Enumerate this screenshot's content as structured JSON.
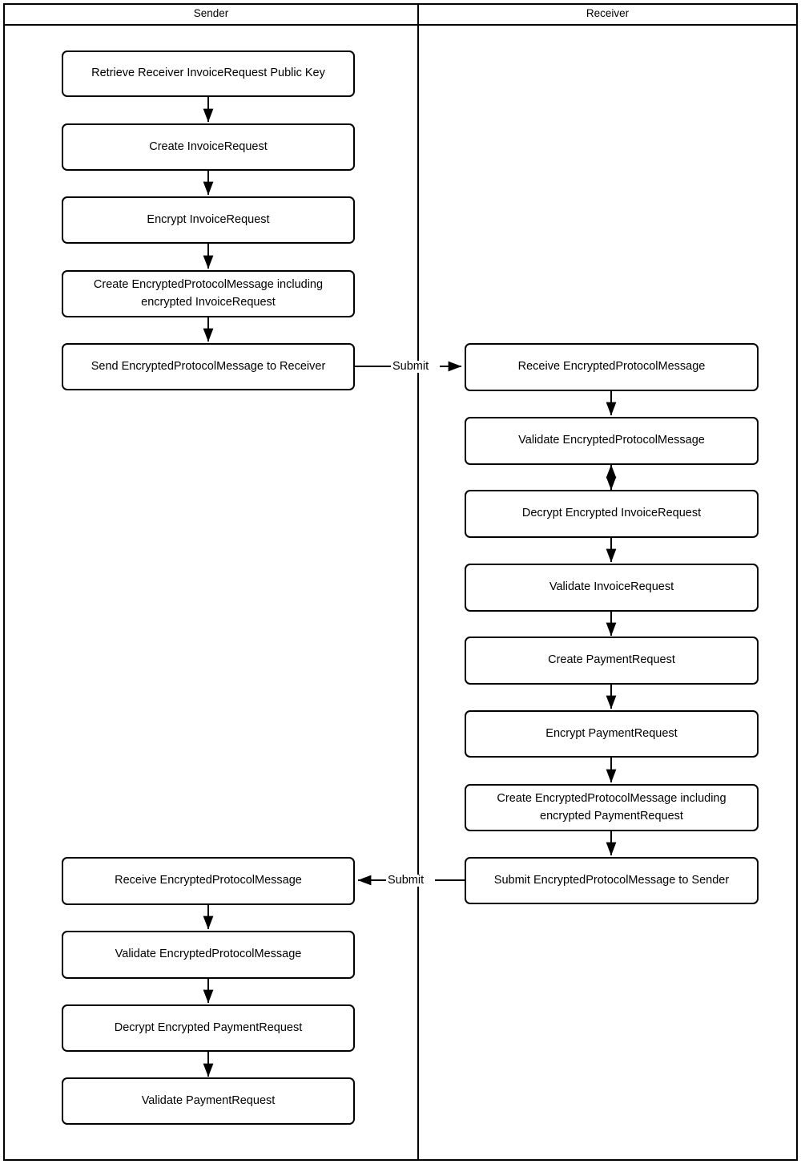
{
  "diagram": {
    "type": "swimlane-flowchart",
    "title_present": false,
    "lanes": [
      {
        "id": "sender",
        "label": "Sender"
      },
      {
        "id": "receiver",
        "label": "Receiver"
      }
    ],
    "nodes": [
      {
        "id": "s1",
        "lane": "sender",
        "label": "Retrieve Receiver InvoiceRequest Public Key"
      },
      {
        "id": "s2",
        "lane": "sender",
        "label": "Create InvoiceRequest"
      },
      {
        "id": "s3",
        "lane": "sender",
        "label": "Encrypt InvoiceRequest"
      },
      {
        "id": "s4",
        "lane": "sender",
        "label_line1": "Create EncryptedProtocolMessage including",
        "label_line2": "encrypted InvoiceRequest"
      },
      {
        "id": "s5",
        "lane": "sender",
        "label": "Send EncryptedProtocolMessage to Receiver"
      },
      {
        "id": "r1",
        "lane": "receiver",
        "label": "Receive EncryptedProtocolMessage"
      },
      {
        "id": "r2",
        "lane": "receiver",
        "label": "Validate EncryptedProtocolMessage"
      },
      {
        "id": "r3",
        "lane": "receiver",
        "label": "Decrypt Encrypted InvoiceRequest"
      },
      {
        "id": "r4",
        "lane": "receiver",
        "label": "Validate InvoiceRequest"
      },
      {
        "id": "r5",
        "lane": "receiver",
        "label": "Create PaymentRequest"
      },
      {
        "id": "r6",
        "lane": "receiver",
        "label": "Encrypt PaymentRequest"
      },
      {
        "id": "r7",
        "lane": "receiver",
        "label_line1": "Create EncryptedProtocolMessage including",
        "label_line2": "encrypted PaymentRequest"
      },
      {
        "id": "r8",
        "lane": "receiver",
        "label": "Submit EncryptedProtocolMessage to Sender"
      },
      {
        "id": "s6",
        "lane": "sender",
        "label": "Receive EncryptedProtocolMessage"
      },
      {
        "id": "s7",
        "lane": "sender",
        "label": "Validate EncryptedProtocolMessage"
      },
      {
        "id": "s8",
        "lane": "sender",
        "label": "Decrypt Encrypted PaymentRequest"
      },
      {
        "id": "s9",
        "lane": "sender",
        "label": "Validate PaymentRequest"
      }
    ],
    "edges": [
      {
        "from": "s1",
        "to": "s2",
        "label": "",
        "direction": "down"
      },
      {
        "from": "s2",
        "to": "s3",
        "label": "",
        "direction": "down"
      },
      {
        "from": "s3",
        "to": "s4",
        "label": "",
        "direction": "down"
      },
      {
        "from": "s4",
        "to": "s5",
        "label": "",
        "direction": "down"
      },
      {
        "from": "s5",
        "to": "r1",
        "label": "Submit",
        "direction": "right"
      },
      {
        "from": "r1",
        "to": "r2",
        "label": "",
        "direction": "down"
      },
      {
        "from": "r2",
        "to": "r3",
        "label": "",
        "direction": "both"
      },
      {
        "from": "r3",
        "to": "r4",
        "label": "",
        "direction": "down"
      },
      {
        "from": "r4",
        "to": "r5",
        "label": "",
        "direction": "down"
      },
      {
        "from": "r5",
        "to": "r6",
        "label": "",
        "direction": "down"
      },
      {
        "from": "r6",
        "to": "r7",
        "label": "",
        "direction": "down"
      },
      {
        "from": "r7",
        "to": "r8",
        "label": "",
        "direction": "down"
      },
      {
        "from": "r8",
        "to": "s6",
        "label": "Submit",
        "direction": "left"
      },
      {
        "from": "s6",
        "to": "s7",
        "label": "",
        "direction": "down"
      },
      {
        "from": "s7",
        "to": "s8",
        "label": "",
        "direction": "down"
      },
      {
        "from": "s8",
        "to": "s9",
        "label": "",
        "direction": "down"
      }
    ],
    "colors": {
      "stroke": "#000000",
      "fill": "#ffffff",
      "text": "#000000"
    }
  }
}
